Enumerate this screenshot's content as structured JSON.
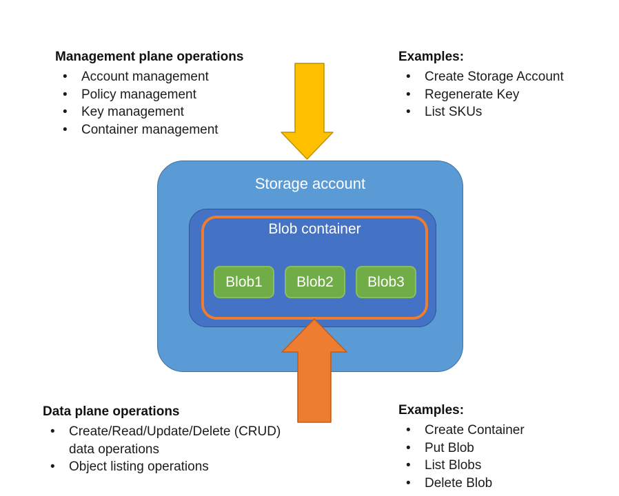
{
  "colors": {
    "storage_fill": "#5B9BD5",
    "storage_border": "#41719C",
    "container_fill": "#4472C4",
    "container_border": "#2F5597",
    "container_outline": "#ED7D31",
    "blob_fill": "#70AD47",
    "blob_border": "#8ABD63",
    "down_arrow_fill": "#FFC000",
    "down_arrow_border": "#BF9000",
    "up_arrow_fill": "#ED7D31",
    "up_arrow_border": "#C55A11",
    "label_text": "#FFFFFF",
    "body_text": "#1B1B1B"
  },
  "panels": {
    "management": {
      "heading": "Management plane operations",
      "items": [
        "Account management",
        "Policy management",
        "Key management",
        "Container management"
      ]
    },
    "management_examples": {
      "heading": "Examples:",
      "items": [
        "Create Storage Account",
        "Regenerate Key",
        "List SKUs"
      ]
    },
    "data_plane": {
      "heading": "Data plane operations",
      "items": [
        "Create/Read/Update/Delete (CRUD) data operations",
        "Object listing operations"
      ]
    },
    "data_examples": {
      "heading": "Examples:",
      "items": [
        "Create Container",
        "Put Blob",
        "List Blobs",
        "Delete Blob"
      ]
    }
  },
  "diagram": {
    "storage_account_label": "Storage account",
    "blob_container_label": "Blob container",
    "blobs": [
      "Blob1",
      "Blob2",
      "Blob3"
    ],
    "icons": {
      "management_arrow": "down-arrow-gold",
      "data_arrow": "up-arrow-orange"
    }
  }
}
